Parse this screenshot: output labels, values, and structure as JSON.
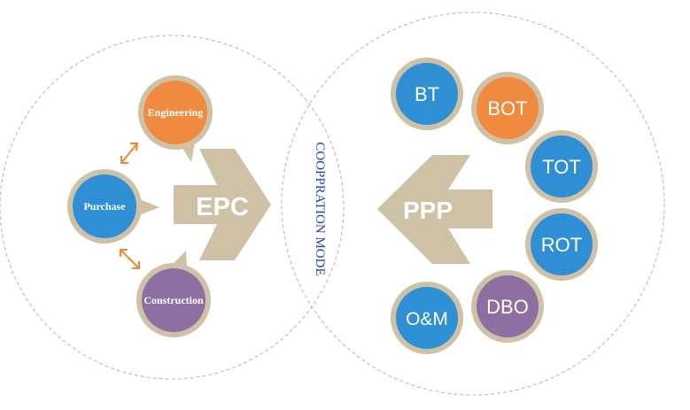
{
  "colors": {
    "ring": "#cfc1a6",
    "dashed": "#bdb39c",
    "arrow": "#cfc1a6",
    "orange": "#f08a3e",
    "blue": "#2f8fd4",
    "purple": "#8e6fa2",
    "small_arrow": "#f0862e",
    "mode_text": "#1f3fb6"
  },
  "center_label": "COOPPRATION MODE",
  "epc": {
    "arrow_label": "EPC",
    "nodes": [
      {
        "label": "Engineering",
        "color": "orange"
      },
      {
        "label": "Purchase",
        "color": "blue"
      },
      {
        "label": "Construction",
        "color": "purple"
      }
    ]
  },
  "ppp": {
    "arrow_label": "PPP",
    "nodes": [
      {
        "label": "BT",
        "color": "blue"
      },
      {
        "label": "BOT",
        "color": "orange"
      },
      {
        "label": "TOT",
        "color": "blue"
      },
      {
        "label": "ROT",
        "color": "blue"
      },
      {
        "label": "DBO",
        "color": "purple"
      },
      {
        "label": "O&M",
        "color": "blue"
      }
    ]
  }
}
